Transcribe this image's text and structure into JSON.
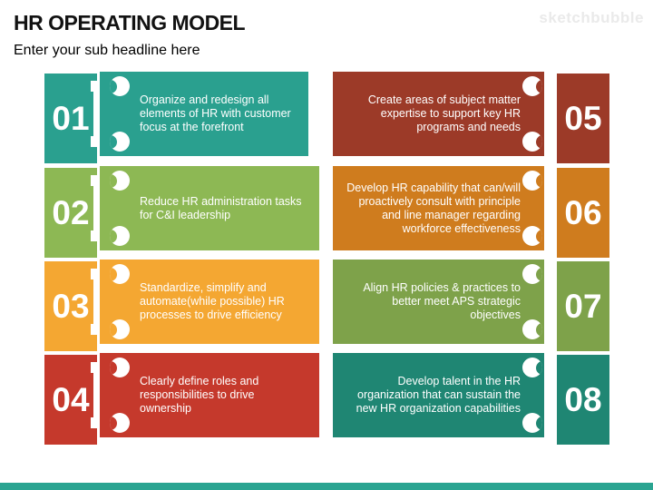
{
  "slide": {
    "title": "HR OPERATING MODEL",
    "subtitle": "Enter your sub headline here",
    "watermark": "sketchbubble",
    "footer_color": "#2AA491"
  },
  "blocks": [
    {
      "number": "01",
      "side": "left",
      "color": "#2AA08F",
      "text": "Organize and redesign all elements of HR with customer focus at the forefront"
    },
    {
      "number": "02",
      "side": "left",
      "color": "#8DB854",
      "text": "Reduce HR administration tasks for C&I leadership"
    },
    {
      "number": "03",
      "side": "left",
      "color": "#F4A732",
      "text": "Standardize, simplify and automate(while possible) HR processes to drive efficiency"
    },
    {
      "number": "04",
      "side": "left",
      "color": "#C5392C",
      "text": "Clearly define roles and responsibilities to drive ownership"
    },
    {
      "number": "05",
      "side": "right",
      "color": "#9C3A28",
      "text": "Create areas of subject matter expertise to support key HR programs and needs"
    },
    {
      "number": "06",
      "side": "right",
      "color": "#CF7C1E",
      "text": "Develop HR capability that can/will proactively consult with principle and line manager regarding workforce effectiveness"
    },
    {
      "number": "07",
      "side": "right",
      "color": "#7EA24A",
      "text": "Align HR policies & practices to better meet APS strategic objectives"
    },
    {
      "number": "08",
      "side": "right",
      "color": "#1F8673",
      "text": "Develop talent in the HR organization that can sustain the new HR organization capabilities"
    }
  ]
}
